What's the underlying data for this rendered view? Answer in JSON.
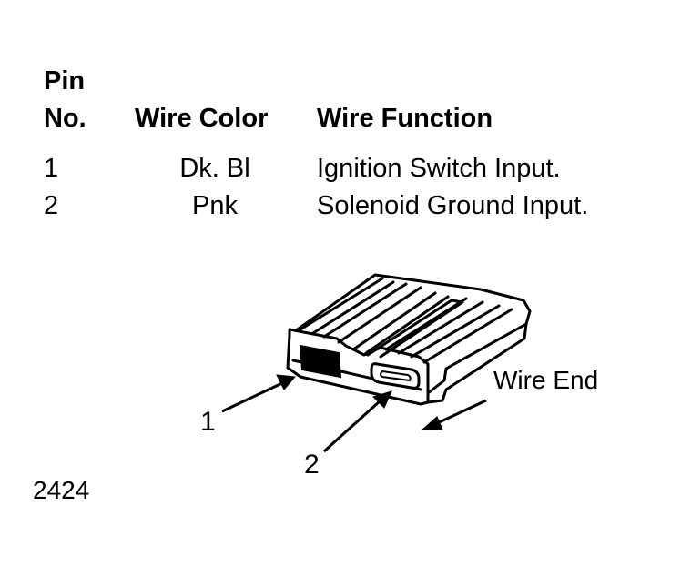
{
  "table": {
    "headers": {
      "pin_line1": "Pin",
      "pin_line2": "No.",
      "wire_color": "Wire Color",
      "wire_function": "Wire Function"
    },
    "rows": [
      {
        "pin": "1",
        "color": "Dk. Bl",
        "function": "Ignition Switch Input."
      },
      {
        "pin": "2",
        "color": "Pnk",
        "function": "Solenoid Ground Input."
      }
    ]
  },
  "diagram": {
    "callouts": [
      "1",
      "2"
    ],
    "wire_end_label": "Wire End"
  },
  "figure_number": "2424"
}
